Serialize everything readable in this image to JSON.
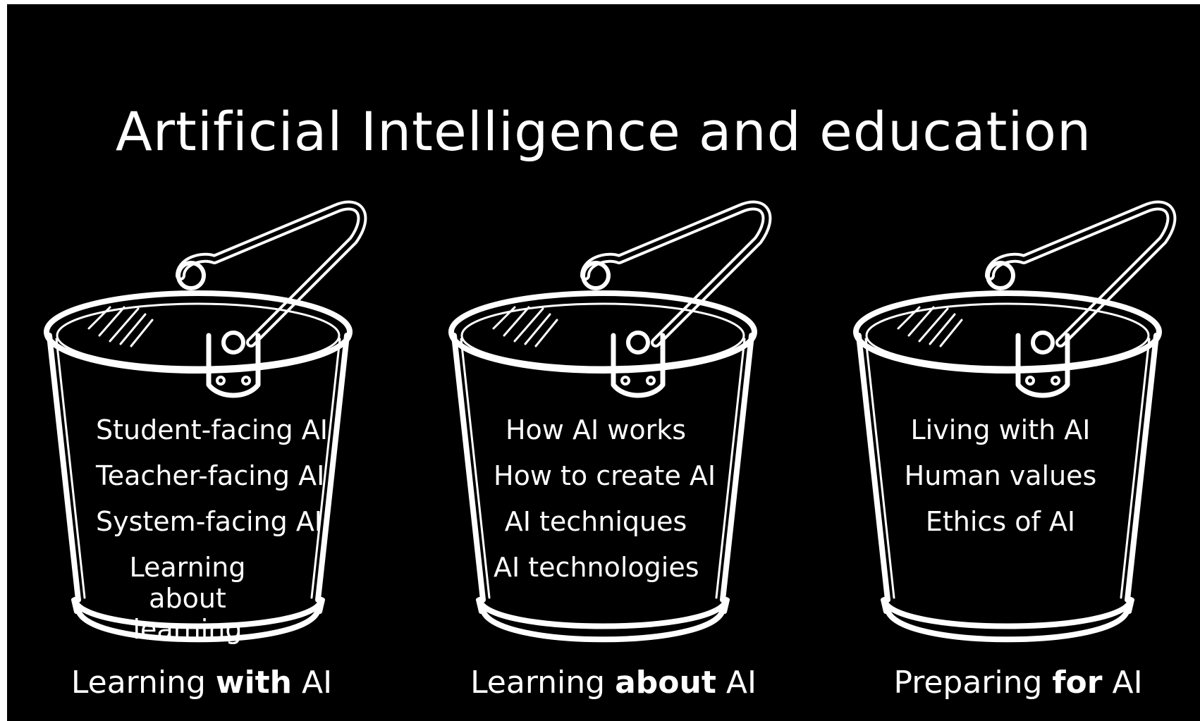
{
  "slide": {
    "title": "Artificial Intelligence and education",
    "buckets": [
      {
        "items": [
          "Student-facing AI",
          "Teacher-facing AI",
          "System-facing AI",
          "Learning about learning"
        ],
        "caption": {
          "prefix": "Learning ",
          "emphasis": "with",
          "suffix": " AI"
        }
      },
      {
        "items": [
          "How AI works",
          "How to create AI",
          "AI techniques",
          "AI technologies"
        ],
        "caption": {
          "prefix": "Learning ",
          "emphasis": "about",
          "suffix": " AI"
        }
      },
      {
        "items": [
          "Living with AI",
          "Human values",
          "Ethics of AI"
        ],
        "caption": {
          "prefix": "Preparing ",
          "emphasis": "for",
          "suffix": " AI"
        }
      }
    ]
  },
  "colors": {
    "background": "#000000",
    "foreground": "#ffffff"
  }
}
